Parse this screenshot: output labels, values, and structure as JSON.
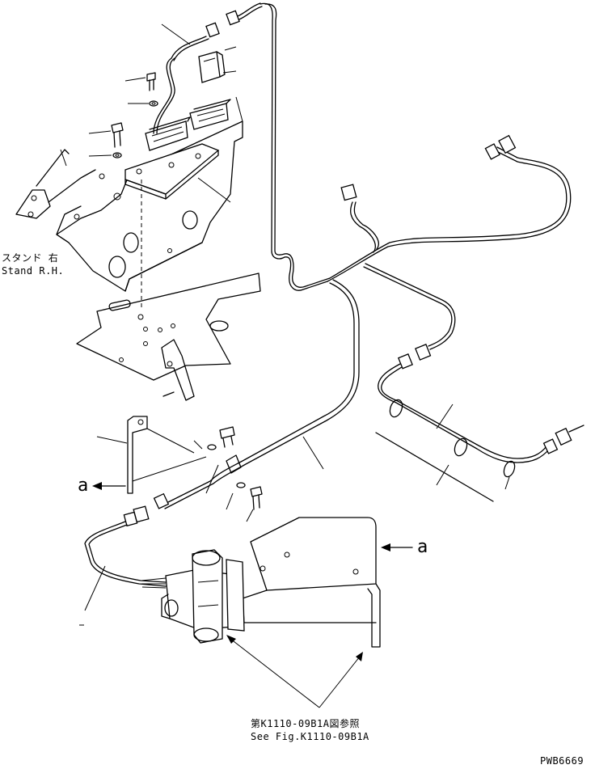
{
  "labels": {
    "stand_jp": "スタンド 右",
    "stand_en": "Stand R.H.",
    "arrow_a_left": "a",
    "arrow_a_right": "a",
    "ref_jp": "第K1110-09B1A図参照",
    "ref_en": "See Fig.K1110-09B1A",
    "drawing_no": "PWB6669"
  }
}
